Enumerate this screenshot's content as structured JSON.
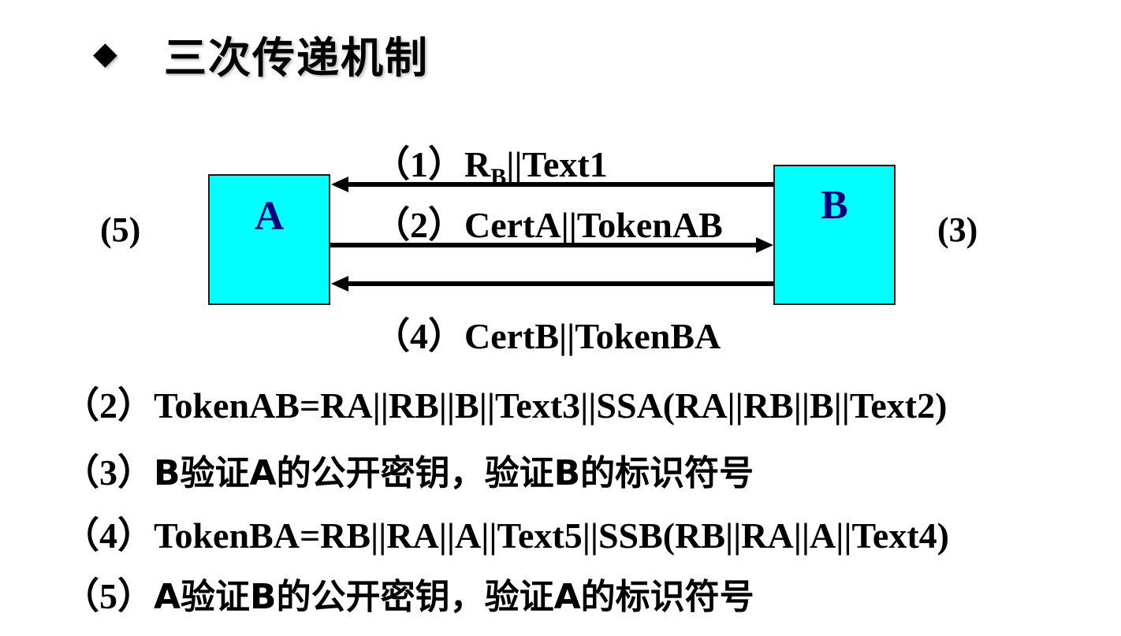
{
  "title": {
    "bullet": "◆",
    "text": "三次传递机制"
  },
  "diagram": {
    "box_a": "A",
    "box_b": "B",
    "side_left": "(5)",
    "side_right": "(3)",
    "messages": {
      "m1_prefix": "（1）R",
      "m1_sub": "B",
      "m1_suffix": "||Text1",
      "m2": "（2）CertA||TokenAB",
      "m4": "（4）CertB||TokenBA"
    }
  },
  "formulas": {
    "f2": "（2）TokenAB=RA||RB||B||Text3||SSA(RA||RB||B||Text2)",
    "f3_prefix": "（3）",
    "f3_text": "B验证A的公开密钥，验证B的标识符号",
    "f4": "（4）TokenBA=RB||RA||A||Text5||SSB(RB||RA||A||Text4)",
    "f5_prefix": "（5）",
    "f5_text": "A验证B的公开密钥，验证A的标识符号"
  },
  "colors": {
    "box_fill": "#00ffff",
    "box_label": "#000080",
    "arrow": "#000000"
  }
}
